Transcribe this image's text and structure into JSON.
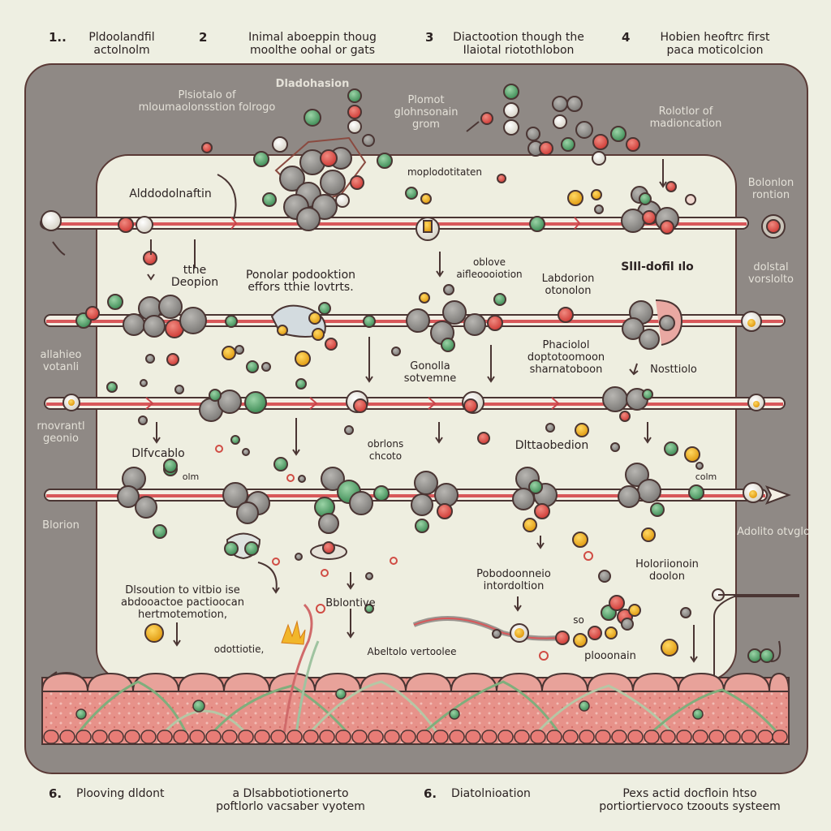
{
  "header_steps": [
    {
      "number": "1..",
      "text": "Pldoolandfil actolnolm"
    },
    {
      "number": "2",
      "text": "Inimal aboeppin thoug moolthe oohal or gats"
    },
    {
      "number": "3",
      "text": "Diactootion though the Ilaiotal riotothlobon"
    },
    {
      "number": "4",
      "text": "Hobien heoftrc first paca moticolcion"
    }
  ],
  "footer_steps": [
    {
      "number": "6.",
      "text": "Plooving dldont"
    },
    {
      "number": "",
      "text": "a Dlsabbotiotionerto poftlorlo vacsaber vyotem"
    },
    {
      "number": "6.",
      "text": "Diatolnioation"
    },
    {
      "number": "",
      "text": "Pexs actid docfloin htso portiortiervoco tzoouts systeem"
    }
  ],
  "frame_labels": {
    "top_left": "Plsiotalo of mloumaolonsstion folrogo",
    "top_center": "Dladohasion",
    "top_mid": "Plomot glohnsonain grom",
    "top_right": "Rolotlor of madioncation",
    "right_1": "Bolonlon rontion",
    "right_2": "dolstal vorslolto",
    "right_3": "Adolito otvglo",
    "left_1": "allahieo votanli",
    "left_2": "rnovrantl geonio",
    "left_3": "Blorion"
  },
  "panel_labels": {
    "aldodolnaftin": "Alddodolnaftin",
    "moplodotitaten": "moplodotitaten",
    "deopion": "tthe Deopion",
    "popular": "Ponolar podooktion effors tthie lovtrts.",
    "oblove": "oblove aifleoooiotion",
    "labdorion": "Labdorion otonolon",
    "silidofil": "SlIl-dofil ılo",
    "phaciolol": "Phaciolol doptotoomoon sharnatoboon",
    "gonolla": "Gonolla sotvemne",
    "nostiola": "Nosttiolo",
    "dlvcablo": "Dlfvcablo",
    "olm1": "olm",
    "obrlons": "obrlons chcoto",
    "dlitaobedion": "Dlttaobedion",
    "colm2": "colm",
    "dlsoution": "Dlsoution to vitbio ise abdooactoe pactioocan hertmotemotion,",
    "bbiontive": "Bblontive",
    "odottiotie": "odottiotie,",
    "abeltolo": "Abeltolo vertoolee",
    "pobodoonneio": "Pobodoonneio intordoltion",
    "holodonain": "Holoriionoin doolon",
    "plooonain": "plooonain",
    "so": "so"
  },
  "colors": {
    "background": "#eeefe2",
    "frame": "#8f8985",
    "panel": "#eeeee0",
    "outline": "#5a3a36",
    "vessel_red": "#d8585a",
    "atom_gray": "#8d8b88",
    "atom_red": "#de4b45",
    "atom_green": "#5fa472",
    "atom_yellow": "#e8aa1c",
    "tissue": "#e4857c"
  }
}
